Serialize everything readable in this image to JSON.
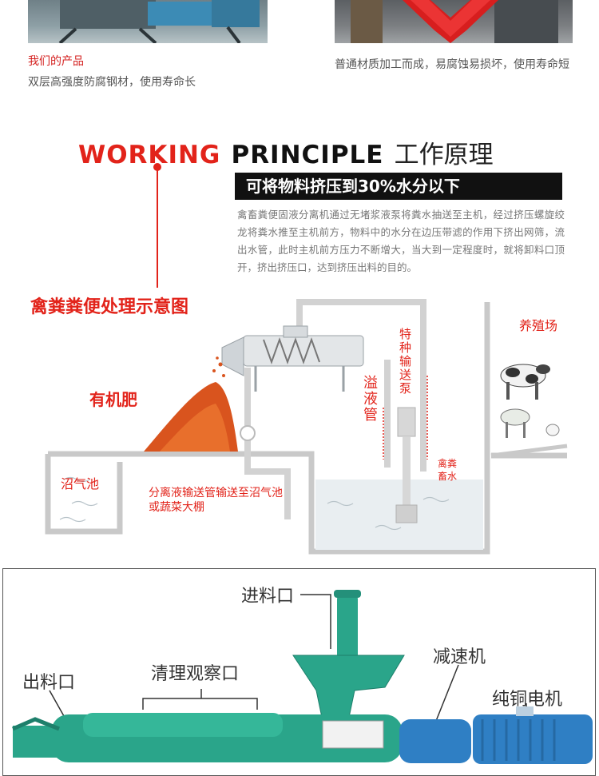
{
  "compare": {
    "left_caption_title": "我们的产品",
    "left_caption_body": "双层高强度防腐钢材，使用寿命长",
    "right_caption_body": "普通材质加工而成，易腐蚀易损坏，使用寿命短"
  },
  "principle": {
    "title_red": "WORKING",
    "title_black": "PRINCIPLE",
    "title_cn": "工作原理",
    "banner": "可将物料挤压到30%水分以下",
    "description": "禽畜粪便固液分离机通过无堵浆液泵将粪水抽送至主机，经过挤压螺旋绞龙将粪水推至主机前方，物料中的水分在边压带滤的作用下挤出网筛，流出水管，此时主机前方压力不断增大，当大到一定程度时，就将卸料口顶开，挤出挤压口，达到挤压出料的目的。"
  },
  "diagram": {
    "title": "禽粪粪便处理示意图",
    "organic_fertilizer": "有机肥",
    "biogas_pool": "沼气池",
    "separation_pipe": "分离液输送管输送至沼气池或蔬菜大棚",
    "overflow_pipe": "溢液管",
    "special_pump": "特种输送泵",
    "farm": "养殖场",
    "manure_water": "禽粪畜水"
  },
  "machine": {
    "inlet": "进料口",
    "outlet": "出料口",
    "cleaning_window": "清理观察口",
    "reducer": "减速机",
    "motor": "纯铜电机"
  },
  "colors": {
    "accent_red": "#d4201f",
    "machine_green": "#2aa58a",
    "motor_blue": "#2f7fc4"
  }
}
